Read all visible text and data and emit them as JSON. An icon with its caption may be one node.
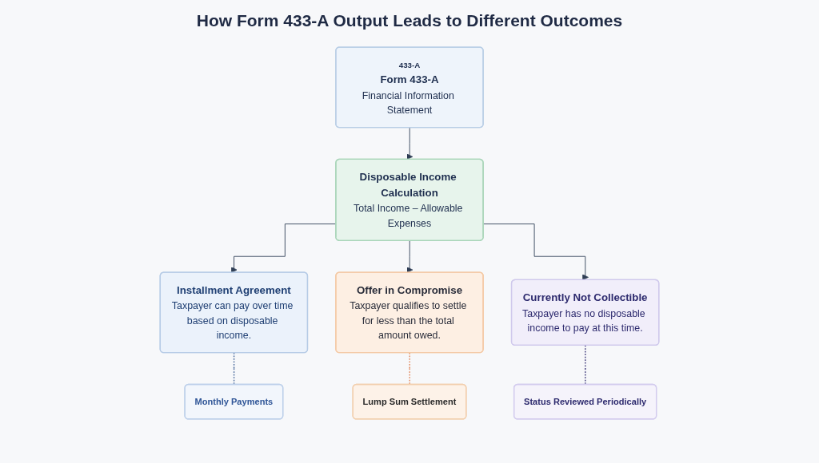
{
  "diagram": {
    "title": "How Form 433-A Output Leads to Different Outcomes",
    "nodes": [
      {
        "text": [
          "433-A",
          "Form 433-A",
          "Financial Information Statement"
        ]
      },
      {
        "text": [
          "Disposable Income Calculation",
          "Total Income – Allowable Expenses"
        ]
      },
      {
        "text": [
          "Installment Agreement",
          "Taxpayer can pay over time based on disposable income."
        ]
      },
      {
        "text": [
          "Offer in Compromise",
          "Taxpayer qualifies to settle for less than the total amount owed."
        ]
      },
      {
        "text": [
          "Currently Not Collectible",
          "Taxpayer has no disposable income to pay at this time."
        ]
      },
      {
        "text": [
          "Monthly Payments"
        ]
      },
      {
        "text": [
          "Lump Sum Settlement"
        ]
      },
      {
        "text": [
          "Status Reviewed Periodically"
        ]
      }
    ],
    "edges": [
      {
        "from": 0,
        "to": 1,
        "arrow": "to"
      },
      {
        "from": 1,
        "to": 2,
        "arrow": "to"
      },
      {
        "from": 1,
        "to": 3,
        "arrow": "to"
      },
      {
        "from": 1,
        "to": 4,
        "arrow": "to"
      },
      {
        "from": 2,
        "to": 5,
        "arrow": "none",
        "style": "dashed",
        "color": "#4a6a9c"
      },
      {
        "from": 3,
        "to": 6,
        "arrow": "none",
        "style": "dashed",
        "color": "#e0875a"
      },
      {
        "from": 4,
        "to": 7,
        "arrow": "none",
        "style": "dashed",
        "color": "#3f3a7a"
      }
    ]
  }
}
